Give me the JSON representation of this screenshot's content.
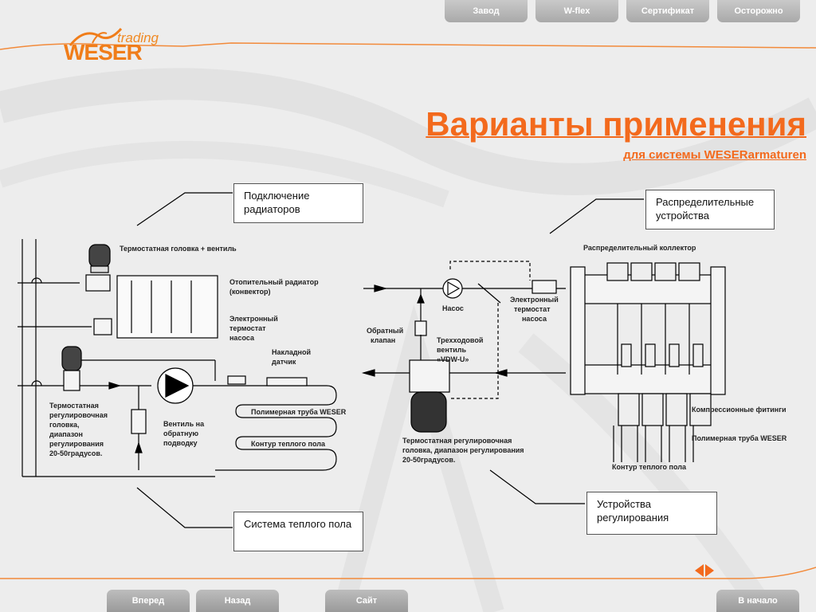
{
  "nav_top": [
    "Завод",
    "W-flex",
    "Сертификат",
    "Осторожно"
  ],
  "logo": {
    "small": "trading",
    "brand": "WESER"
  },
  "title": "Варианты применения",
  "subtitle": "для системы WESERarmaturen",
  "callouts": {
    "radiators": "Подключение радиаторов",
    "distribution": "Распределительные устройства",
    "floor": "Система теплого пола",
    "regulation": "Устройства регулирования"
  },
  "labels": {
    "thermo_head_valve": "Термостатная головка + вентиль",
    "radiator": [
      "Отопительный радиатор",
      "(конвектор)"
    ],
    "electronic_thermostat_left": [
      "Электронный",
      "термостат",
      "насоса"
    ],
    "overlay_sensor": [
      "Накладной",
      "датчик"
    ],
    "thermo_regulating_head": [
      "Термостатная",
      "регулировочная",
      "головка,",
      "диапазон",
      "регулирования",
      "20-50градусов."
    ],
    "return_valve": [
      "Вентиль на",
      "обратную",
      "подводку"
    ],
    "polymer_pipe_left": "Полимерная труба WESER",
    "floor_circuit_left": "Контур теплого пола",
    "check_valve": [
      "Обратный",
      "клапан"
    ],
    "pump": "Насос",
    "electronic_thermostat_mid": [
      "Электронный",
      "термостат",
      "насоса"
    ],
    "three_way_valve": [
      "Трехходовой",
      "вентиль",
      "«VDW-U»"
    ],
    "thermo_head_mid": [
      "Термостатная регулировочная",
      "головка, диапазон регулирования",
      "20-50градусов."
    ],
    "collector": "Распределительный коллектор",
    "compression_fittings": "Компрессионные фитинги",
    "polymer_pipe_right": "Полимерная труба WESER",
    "floor_circuit_right": "Контур теплого пола"
  },
  "nav_bottom": {
    "forward": "Вперед",
    "back": "Назад",
    "site": "Сайт",
    "home": "В начало"
  },
  "colors": {
    "accent": "#f36a1d",
    "button": "#aaaaaa"
  }
}
